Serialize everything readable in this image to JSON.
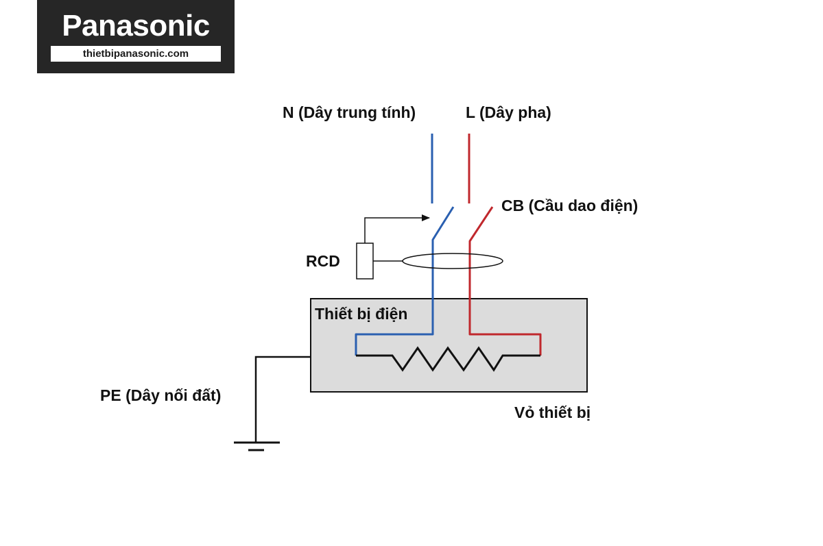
{
  "logo": {
    "brand": "Panasonic",
    "url": "thietbipanasonic.com"
  },
  "diagram": {
    "labels": {
      "neutral": "N (Dây trung tính)",
      "live": "L (Dây pha)",
      "cb": "CB (Cầu dao điện)",
      "rcd": "RCD",
      "device": "Thiết bị điện",
      "pe": "PE (Dây nối đất)",
      "enclosure": "Vỏ thiết bị"
    },
    "colors": {
      "neutral_wire": "#2a5fb0",
      "live_wire": "#c0282d",
      "ground_wire": "#111111",
      "device_fill": "#dcdcdc",
      "logo_bg": "#262626"
    }
  }
}
